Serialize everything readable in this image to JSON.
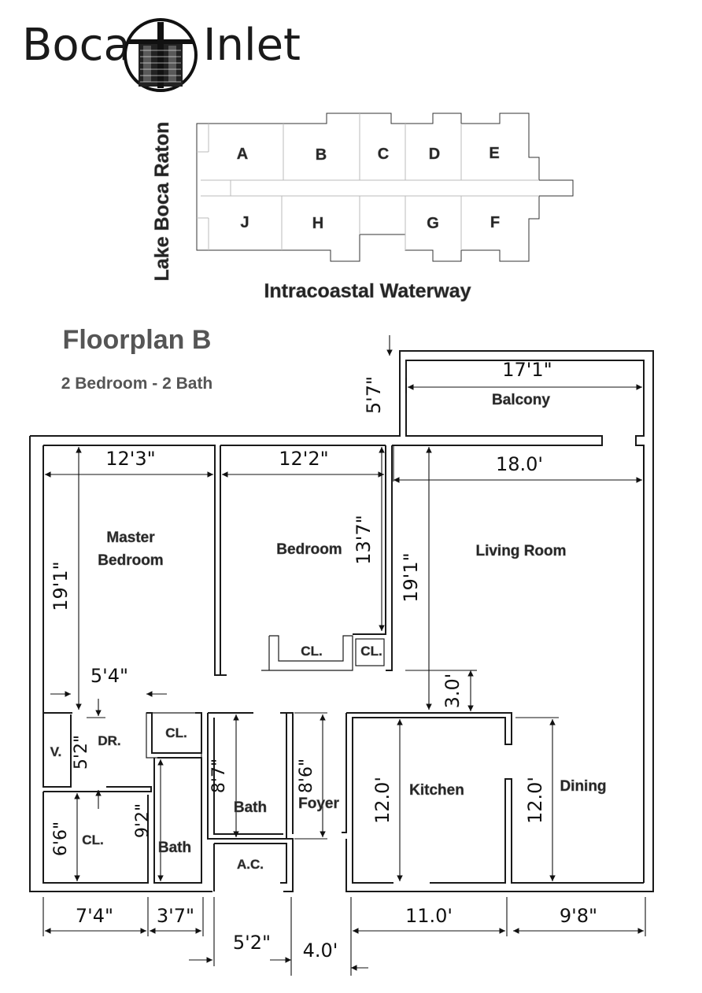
{
  "logo": {
    "left_word": "Boca",
    "right_word": "Inlet",
    "mark": "building-in-circle-logo"
  },
  "site_plan": {
    "units_top": [
      "A",
      "B",
      "C",
      "D",
      "E"
    ],
    "units_bottom": [
      "J",
      "H",
      "G",
      "F"
    ],
    "side_label": "Lake Boca Raton",
    "bottom_label": "Intracoastal Waterway"
  },
  "floorplan": {
    "title": "Floorplan B",
    "subtitle": "2 Bedroom - 2 Bath"
  },
  "rooms": {
    "master_line1": "Master",
    "master_line2": "Bedroom",
    "bedroom": "Bedroom",
    "living": "Living Room",
    "balcony": "Balcony",
    "cl_bed1": "CL.",
    "cl_bed2": "CL.",
    "cl_hall": "CL.",
    "cl_master": "CL.",
    "v": "V.",
    "dr": "DR.",
    "bath_master": "Bath",
    "bath_hall": "Bath",
    "ac": "A.C.",
    "foyer": "Foyer",
    "kitchen": "Kitchen",
    "dining": "Dining"
  },
  "dimensions": {
    "balcony_width": "17'1\"",
    "balcony_depth": "5'7\"",
    "master_width": "12'3\"",
    "bedroom_width": "12'2\"",
    "living_width": "18.0'",
    "master_depth": "19'1\"",
    "bedroom_depth": "13'7\"",
    "living_depth": "19'1\"",
    "hall_width": "5'4\"",
    "gap_3": "3.0'",
    "dr_depth": "5'2\"",
    "cl_master_depth": "6'6\"",
    "bath_master_depth": "9'2\"",
    "bath_hall_depth": "8'7\"",
    "foyer_depth": "8'6\"",
    "kitchen_depth": "12.0'",
    "dining_depth": "12.0'",
    "bottom_74": "7'4\"",
    "bottom_37": "3'7\"",
    "bottom_52": "5'2\"",
    "bottom_40": "4.0'",
    "kitchen_width": "11.0'",
    "dining_width": "9'8\""
  }
}
